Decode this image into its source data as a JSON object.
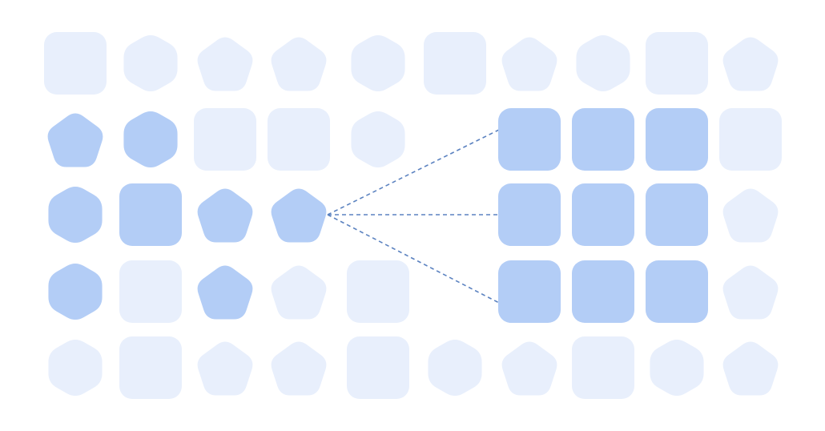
{
  "colors": {
    "background": "#ffffff",
    "faded": "#e8effc",
    "highlight": "#b3cdf6",
    "connector": "#5b82c0"
  },
  "grid": {
    "rows": 5,
    "cols": 10,
    "cells": [
      [
        {
          "shape": "square",
          "state": "faded"
        },
        {
          "shape": "hexagon",
          "state": "faded"
        },
        {
          "shape": "pentagon",
          "state": "faded"
        },
        {
          "shape": "pentagon",
          "state": "faded"
        },
        {
          "shape": "hexagon",
          "state": "faded"
        },
        {
          "shape": "square",
          "state": "faded"
        },
        {
          "shape": "pentagon",
          "state": "faded"
        },
        {
          "shape": "hexagon",
          "state": "faded"
        },
        {
          "shape": "square",
          "state": "faded"
        },
        {
          "shape": "pentagon",
          "state": "faded"
        }
      ],
      [
        {
          "shape": "pentagon",
          "state": "highlight"
        },
        {
          "shape": "hexagon",
          "state": "highlight"
        },
        {
          "shape": "square",
          "state": "faded"
        },
        {
          "shape": "square",
          "state": "faded"
        },
        {
          "shape": "hexagon",
          "state": "faded"
        },
        {
          "shape": "empty",
          "state": "none"
        },
        {
          "shape": "square",
          "state": "highlight"
        },
        {
          "shape": "square",
          "state": "highlight"
        },
        {
          "shape": "square",
          "state": "highlight"
        },
        {
          "shape": "square",
          "state": "faded"
        }
      ],
      [
        {
          "shape": "hexagon",
          "state": "highlight"
        },
        {
          "shape": "square",
          "state": "highlight"
        },
        {
          "shape": "pentagon",
          "state": "highlight"
        },
        {
          "shape": "pentagon",
          "state": "highlight"
        },
        {
          "shape": "empty",
          "state": "none"
        },
        {
          "shape": "empty",
          "state": "none"
        },
        {
          "shape": "square",
          "state": "highlight"
        },
        {
          "shape": "square",
          "state": "highlight"
        },
        {
          "shape": "square",
          "state": "highlight"
        },
        {
          "shape": "pentagon",
          "state": "faded"
        }
      ],
      [
        {
          "shape": "hexagon",
          "state": "highlight"
        },
        {
          "shape": "square",
          "state": "faded"
        },
        {
          "shape": "pentagon",
          "state": "highlight"
        },
        {
          "shape": "pentagon",
          "state": "faded"
        },
        {
          "shape": "square",
          "state": "faded"
        },
        {
          "shape": "empty",
          "state": "none"
        },
        {
          "shape": "square",
          "state": "highlight"
        },
        {
          "shape": "square",
          "state": "highlight"
        },
        {
          "shape": "square",
          "state": "highlight"
        },
        {
          "shape": "pentagon",
          "state": "faded"
        }
      ],
      [
        {
          "shape": "hexagon",
          "state": "faded"
        },
        {
          "shape": "square",
          "state": "faded"
        },
        {
          "shape": "pentagon",
          "state": "faded"
        },
        {
          "shape": "pentagon",
          "state": "faded"
        },
        {
          "shape": "square",
          "state": "faded"
        },
        {
          "shape": "hexagon",
          "state": "faded"
        },
        {
          "shape": "pentagon",
          "state": "faded"
        },
        {
          "shape": "square",
          "state": "faded"
        },
        {
          "shape": "hexagon",
          "state": "faded"
        },
        {
          "shape": "pentagon",
          "state": "faded"
        }
      ]
    ]
  },
  "connectors": {
    "source": {
      "row": 2,
      "col": 3
    },
    "targets": [
      {
        "row": 1,
        "col": 6
      },
      {
        "row": 2,
        "col": 6
      },
      {
        "row": 3,
        "col": 6
      }
    ],
    "style": "dashed"
  }
}
